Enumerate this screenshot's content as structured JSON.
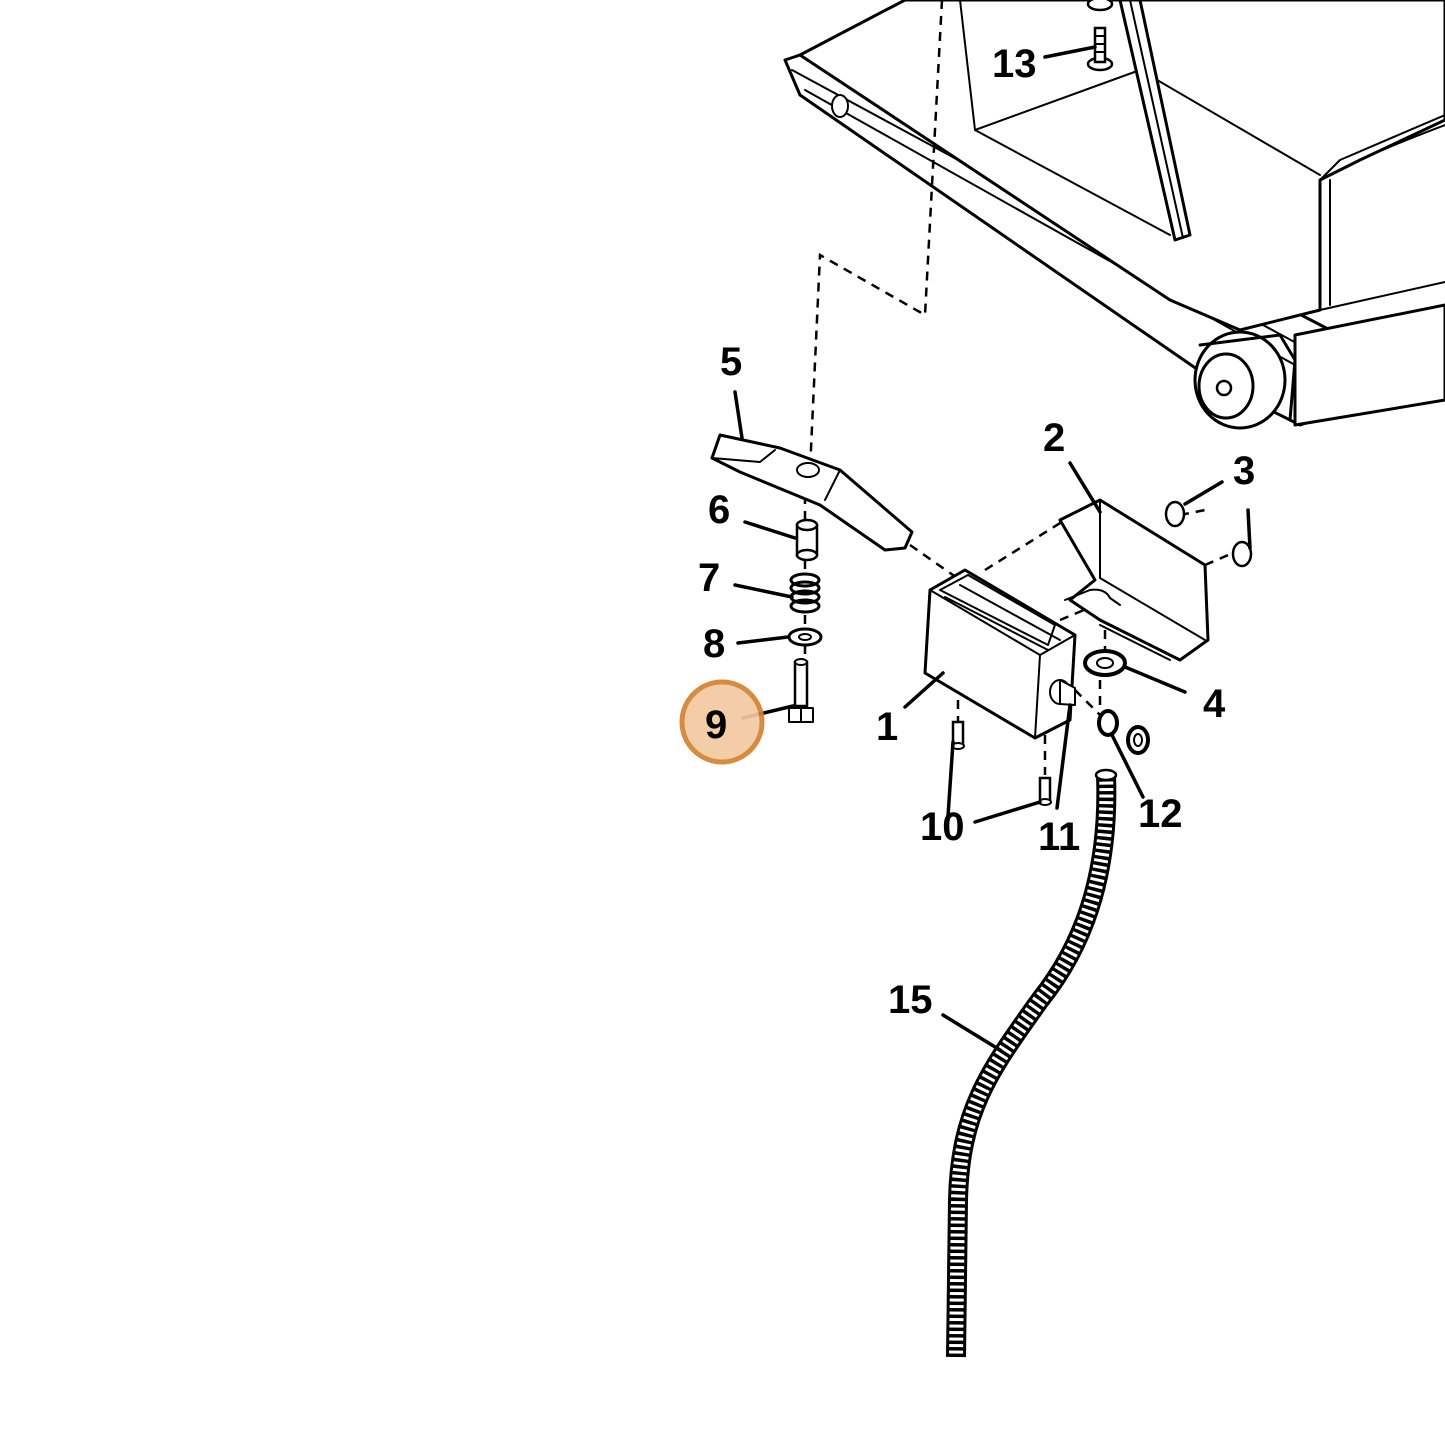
{
  "diagram": {
    "highlight_color": "#d3822e",
    "highlight_fill": "#f2c9a0",
    "highlighted_callout": "9",
    "callouts": [
      {
        "id": "c1",
        "label": "1"
      },
      {
        "id": "c2",
        "label": "2"
      },
      {
        "id": "c3",
        "label": "3"
      },
      {
        "id": "c4",
        "label": "4"
      },
      {
        "id": "c5",
        "label": "5"
      },
      {
        "id": "c6",
        "label": "6"
      },
      {
        "id": "c7",
        "label": "7"
      },
      {
        "id": "c8",
        "label": "8"
      },
      {
        "id": "c9",
        "label": "9"
      },
      {
        "id": "c10",
        "label": "10"
      },
      {
        "id": "c11",
        "label": "11"
      },
      {
        "id": "c12",
        "label": "12"
      },
      {
        "id": "c13",
        "label": "13"
      },
      {
        "id": "c15",
        "label": "15"
      }
    ]
  }
}
